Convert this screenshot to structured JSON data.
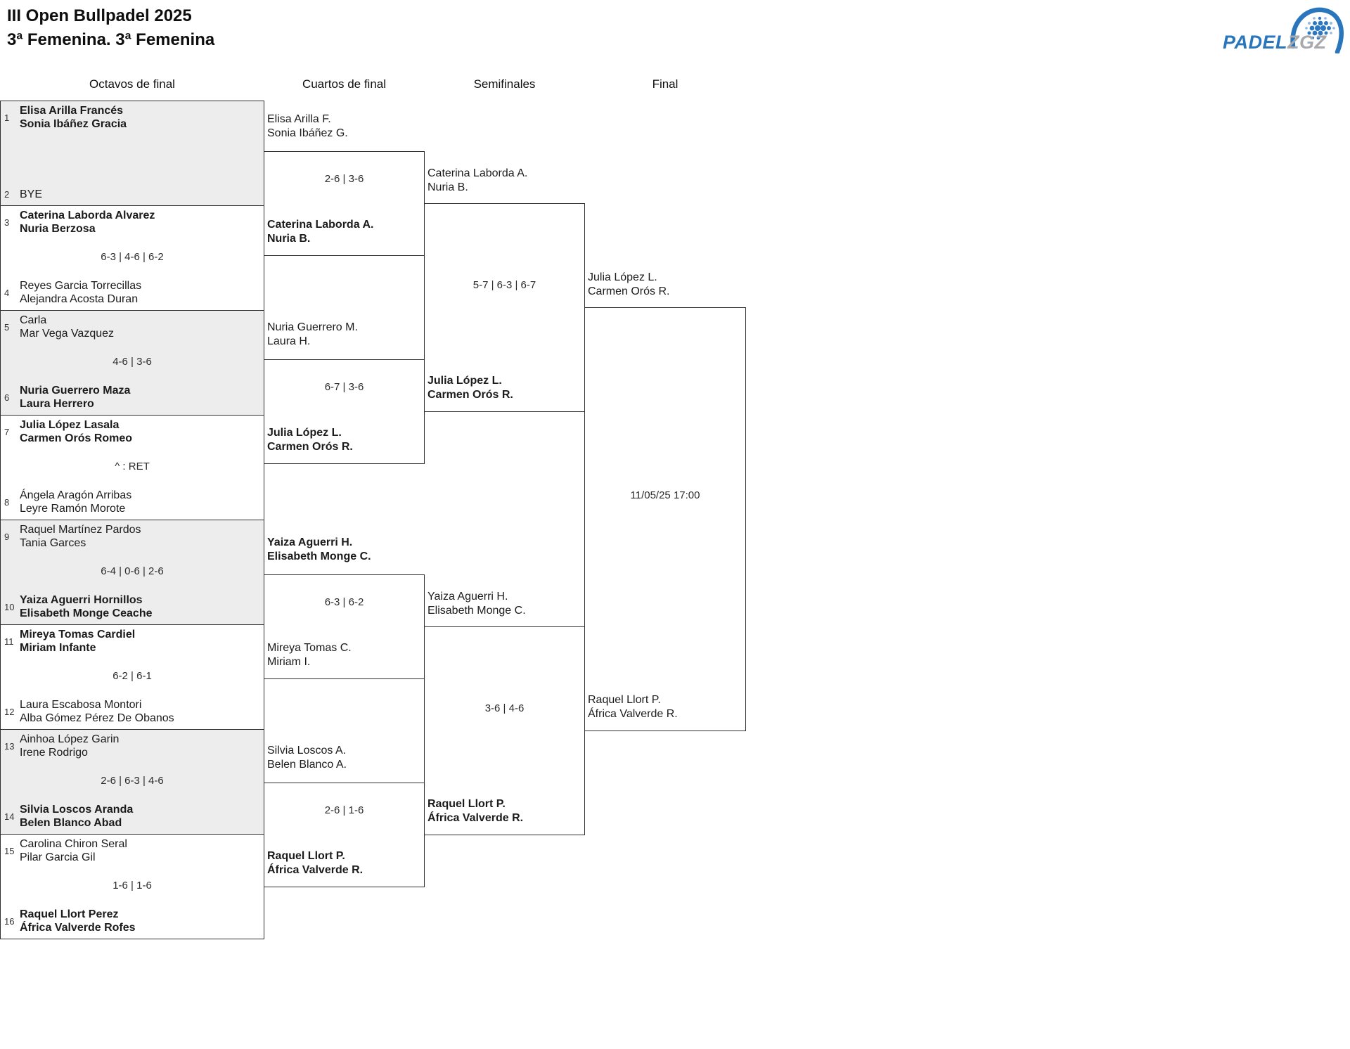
{
  "header": {
    "title": "III Open Bullpadel 2025",
    "subtitle": "3ª Femenina. 3ª Femenina",
    "logo": {
      "brand_blue": "PADEL",
      "brand_gray": "ZGZ"
    }
  },
  "colors": {
    "brand_blue": "#2a76bd",
    "brand_gray": "#a7a9ac",
    "alt_row_bg": "#ededed",
    "border": "#2f2f2f"
  },
  "round_headers": {
    "octavos": "Octavos de final",
    "cuartos": "Cuartos de final",
    "semifinales": "Semifinales",
    "final": "Final"
  },
  "octavos": {
    "matches": [
      {
        "score": "",
        "team1": {
          "seed": "1",
          "winner": true,
          "players": [
            "Elisa Arilla Francés",
            "Sonia Ibáñez Gracia"
          ]
        },
        "team2": {
          "seed": "2",
          "winner": false,
          "players": [
            "BYE"
          ]
        }
      },
      {
        "score": "6-3 | 4-6 | 6-2",
        "team1": {
          "seed": "3",
          "winner": true,
          "players": [
            "Caterina Laborda Alvarez",
            "Nuria Berzosa"
          ]
        },
        "team2": {
          "seed": "4",
          "winner": false,
          "players": [
            "Reyes Garcia Torrecillas",
            "Alejandra Acosta Duran"
          ]
        }
      },
      {
        "score": "4-6 | 3-6",
        "team1": {
          "seed": "5",
          "winner": false,
          "players": [
            "Carla",
            "Mar Vega Vazquez"
          ]
        },
        "team2": {
          "seed": "6",
          "winner": true,
          "players": [
            "Nuria Guerrero Maza",
            "Laura Herrero"
          ]
        }
      },
      {
        "score": "^ : RET",
        "team1": {
          "seed": "7",
          "winner": true,
          "players": [
            "Julia López Lasala",
            "Carmen Orós Romeo"
          ]
        },
        "team2": {
          "seed": "8",
          "winner": false,
          "players": [
            "Ángela Aragón Arribas",
            "Leyre Ramón Morote"
          ]
        }
      },
      {
        "score": "6-4 | 0-6 | 2-6",
        "team1": {
          "seed": "9",
          "winner": false,
          "players": [
            "Raquel Martínez Pardos",
            "Tania Garces"
          ]
        },
        "team2": {
          "seed": "10",
          "winner": true,
          "players": [
            "Yaiza Aguerri Hornillos",
            "Elisabeth Monge Ceache"
          ]
        }
      },
      {
        "score": "6-2 | 6-1",
        "team1": {
          "seed": "11",
          "winner": true,
          "players": [
            "Mireya Tomas Cardiel",
            "Miriam Infante"
          ]
        },
        "team2": {
          "seed": "12",
          "winner": false,
          "players": [
            "Laura Escabosa Montori",
            "Alba Gómez Pérez De Obanos"
          ]
        }
      },
      {
        "score": "2-6 | 6-3 | 4-6",
        "team1": {
          "seed": "13",
          "winner": false,
          "players": [
            "Ainhoa López Garin",
            "Irene Rodrigo"
          ]
        },
        "team2": {
          "seed": "14",
          "winner": true,
          "players": [
            "Silvia Loscos Aranda",
            "Belen Blanco Abad"
          ]
        }
      },
      {
        "score": "1-6 | 1-6",
        "team1": {
          "seed": "15",
          "winner": false,
          "players": [
            "Carolina Chiron Seral",
            "Pilar Garcia Gil"
          ]
        },
        "team2": {
          "seed": "16",
          "winner": true,
          "players": [
            "Raquel Llort Perez",
            "África Valverde Rofes"
          ]
        }
      }
    ]
  },
  "cuartos": {
    "matches": [
      {
        "score": "2-6 | 3-6",
        "team1": {
          "winner": false,
          "players": [
            "Elisa Arilla F.",
            "Sonia Ibáñez G."
          ]
        },
        "team2": {
          "winner": true,
          "players": [
            "Caterina Laborda A.",
            "Nuria B."
          ]
        }
      },
      {
        "score": "6-7 | 3-6",
        "team1": {
          "winner": false,
          "players": [
            "Nuria Guerrero M.",
            "Laura H."
          ]
        },
        "team2": {
          "winner": true,
          "players": [
            "Julia López L.",
            "Carmen Orós R."
          ]
        }
      },
      {
        "score": "6-3 | 6-2",
        "team1": {
          "winner": true,
          "players": [
            "Yaiza Aguerri H.",
            "Elisabeth Monge C."
          ]
        },
        "team2": {
          "winner": false,
          "players": [
            "Mireya Tomas C.",
            "Miriam I."
          ]
        }
      },
      {
        "score": "2-6 | 1-6",
        "team1": {
          "winner": false,
          "players": [
            "Silvia Loscos A.",
            "Belen Blanco A."
          ]
        },
        "team2": {
          "winner": true,
          "players": [
            "Raquel Llort P.",
            "África Valverde R."
          ]
        }
      }
    ]
  },
  "semifinales": {
    "matches": [
      {
        "score": "5-7 | 6-3 | 6-7",
        "team1": {
          "winner": false,
          "players": [
            "Caterina Laborda A.",
            "Nuria B."
          ]
        },
        "team2": {
          "winner": true,
          "players": [
            "Julia López L.",
            "Carmen Orós R."
          ]
        }
      },
      {
        "score": "3-6 | 4-6",
        "team1": {
          "winner": false,
          "players": [
            "Yaiza Aguerri H.",
            "Elisabeth Monge C."
          ]
        },
        "team2": {
          "winner": true,
          "players": [
            "Raquel Llort P.",
            "África Valverde R."
          ]
        }
      }
    ]
  },
  "final": {
    "scheduled": "11/05/25 17:00",
    "team1": {
      "winner": false,
      "players": [
        "Julia López L.",
        "Carmen Orós R."
      ]
    },
    "team2": {
      "winner": false,
      "players": [
        "Raquel Llort P.",
        "África Valverde R."
      ]
    }
  }
}
